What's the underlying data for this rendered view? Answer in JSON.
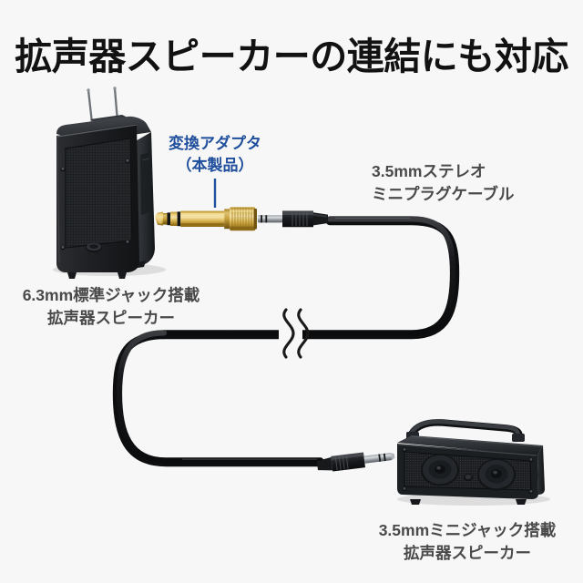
{
  "page": {
    "background_color": "#f7f7f7",
    "title": "拡声器スピーカーの連結にも対応",
    "title_color": "#121212"
  },
  "labels": {
    "adapter": {
      "line1": "変換アダプタ",
      "line2": "（本製品）",
      "color": "#1f4e9c"
    },
    "cable": {
      "line1": "3.5mmステレオ",
      "line2": "ミニプラグケーブル",
      "color": "#4a4a4a"
    },
    "left_speaker": {
      "line1": "6.3mm標準ジャック搭載",
      "line2": "拡声器スピーカー",
      "color": "#4a4a4a"
    },
    "right_speaker": {
      "line1": "3.5mmミニジャック搭載",
      "line2": "拡声器スピーカー",
      "color": "#4a4a4a"
    }
  },
  "diagram": {
    "cable_color": "#1a1a1a",
    "gold_color": "#c9a227",
    "break_symbol": "cable-break-squiggle",
    "parts": [
      "pa-speaker-left",
      "gold-6-3mm-adapter",
      "3-5mm-mini-plug-top",
      "audio-cable",
      "cable-break-symbol",
      "3-5mm-mini-plug-bottom",
      "box-speaker-right"
    ]
  }
}
